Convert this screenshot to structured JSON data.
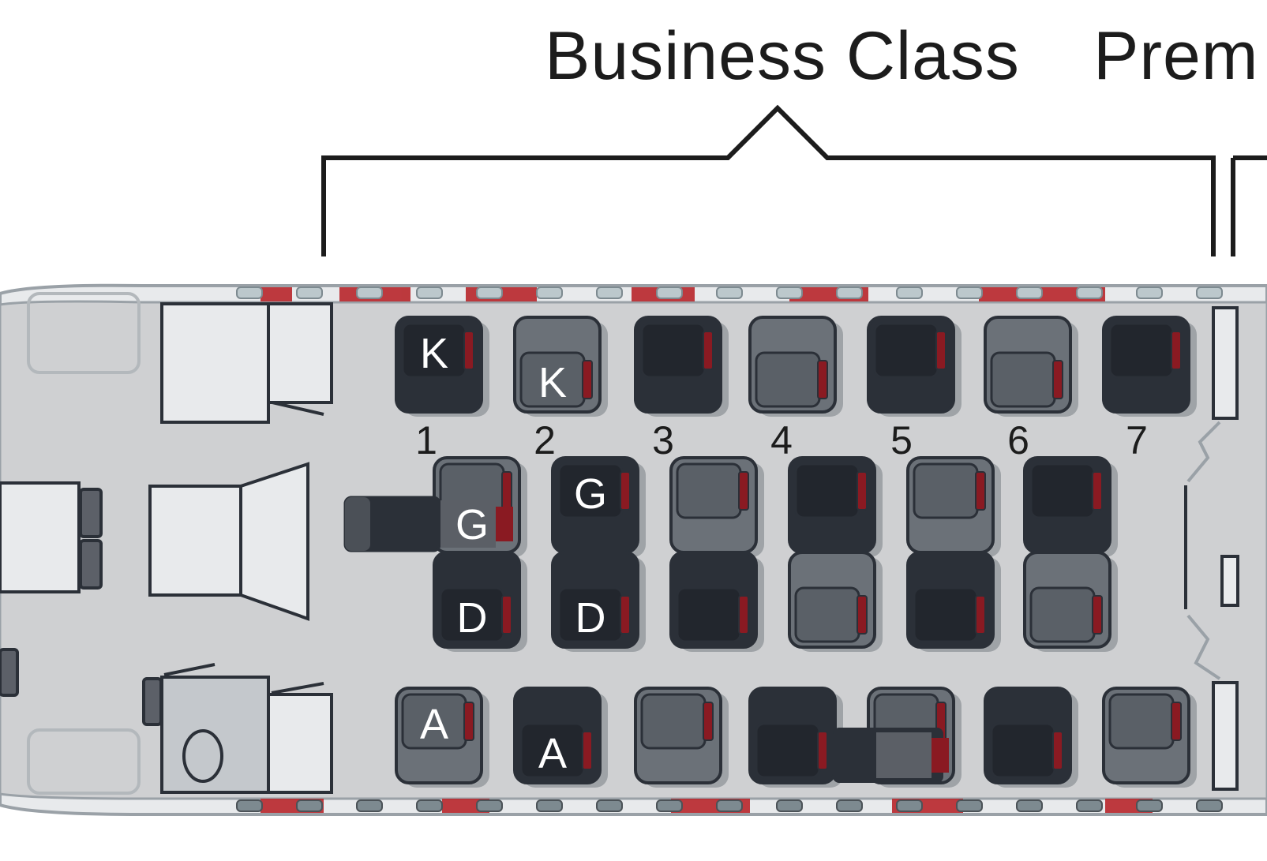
{
  "sections": {
    "business": "Business Class",
    "premium": "Prem"
  },
  "rows": [
    "1",
    "2",
    "3",
    "4",
    "5",
    "6",
    "7"
  ],
  "letters": {
    "k": "K",
    "g": "G",
    "d": "D",
    "a": "A"
  },
  "colors": {
    "fuselage_fill": "#cfd0d2",
    "fuselage_outline": "#9aa1a7",
    "seat_dark": "#2b3038",
    "seat_gray": "#6b7178",
    "seat_accent": "#8a1a22",
    "bracket": "#1c1c1c",
    "red_stripe": "#b8262b"
  }
}
